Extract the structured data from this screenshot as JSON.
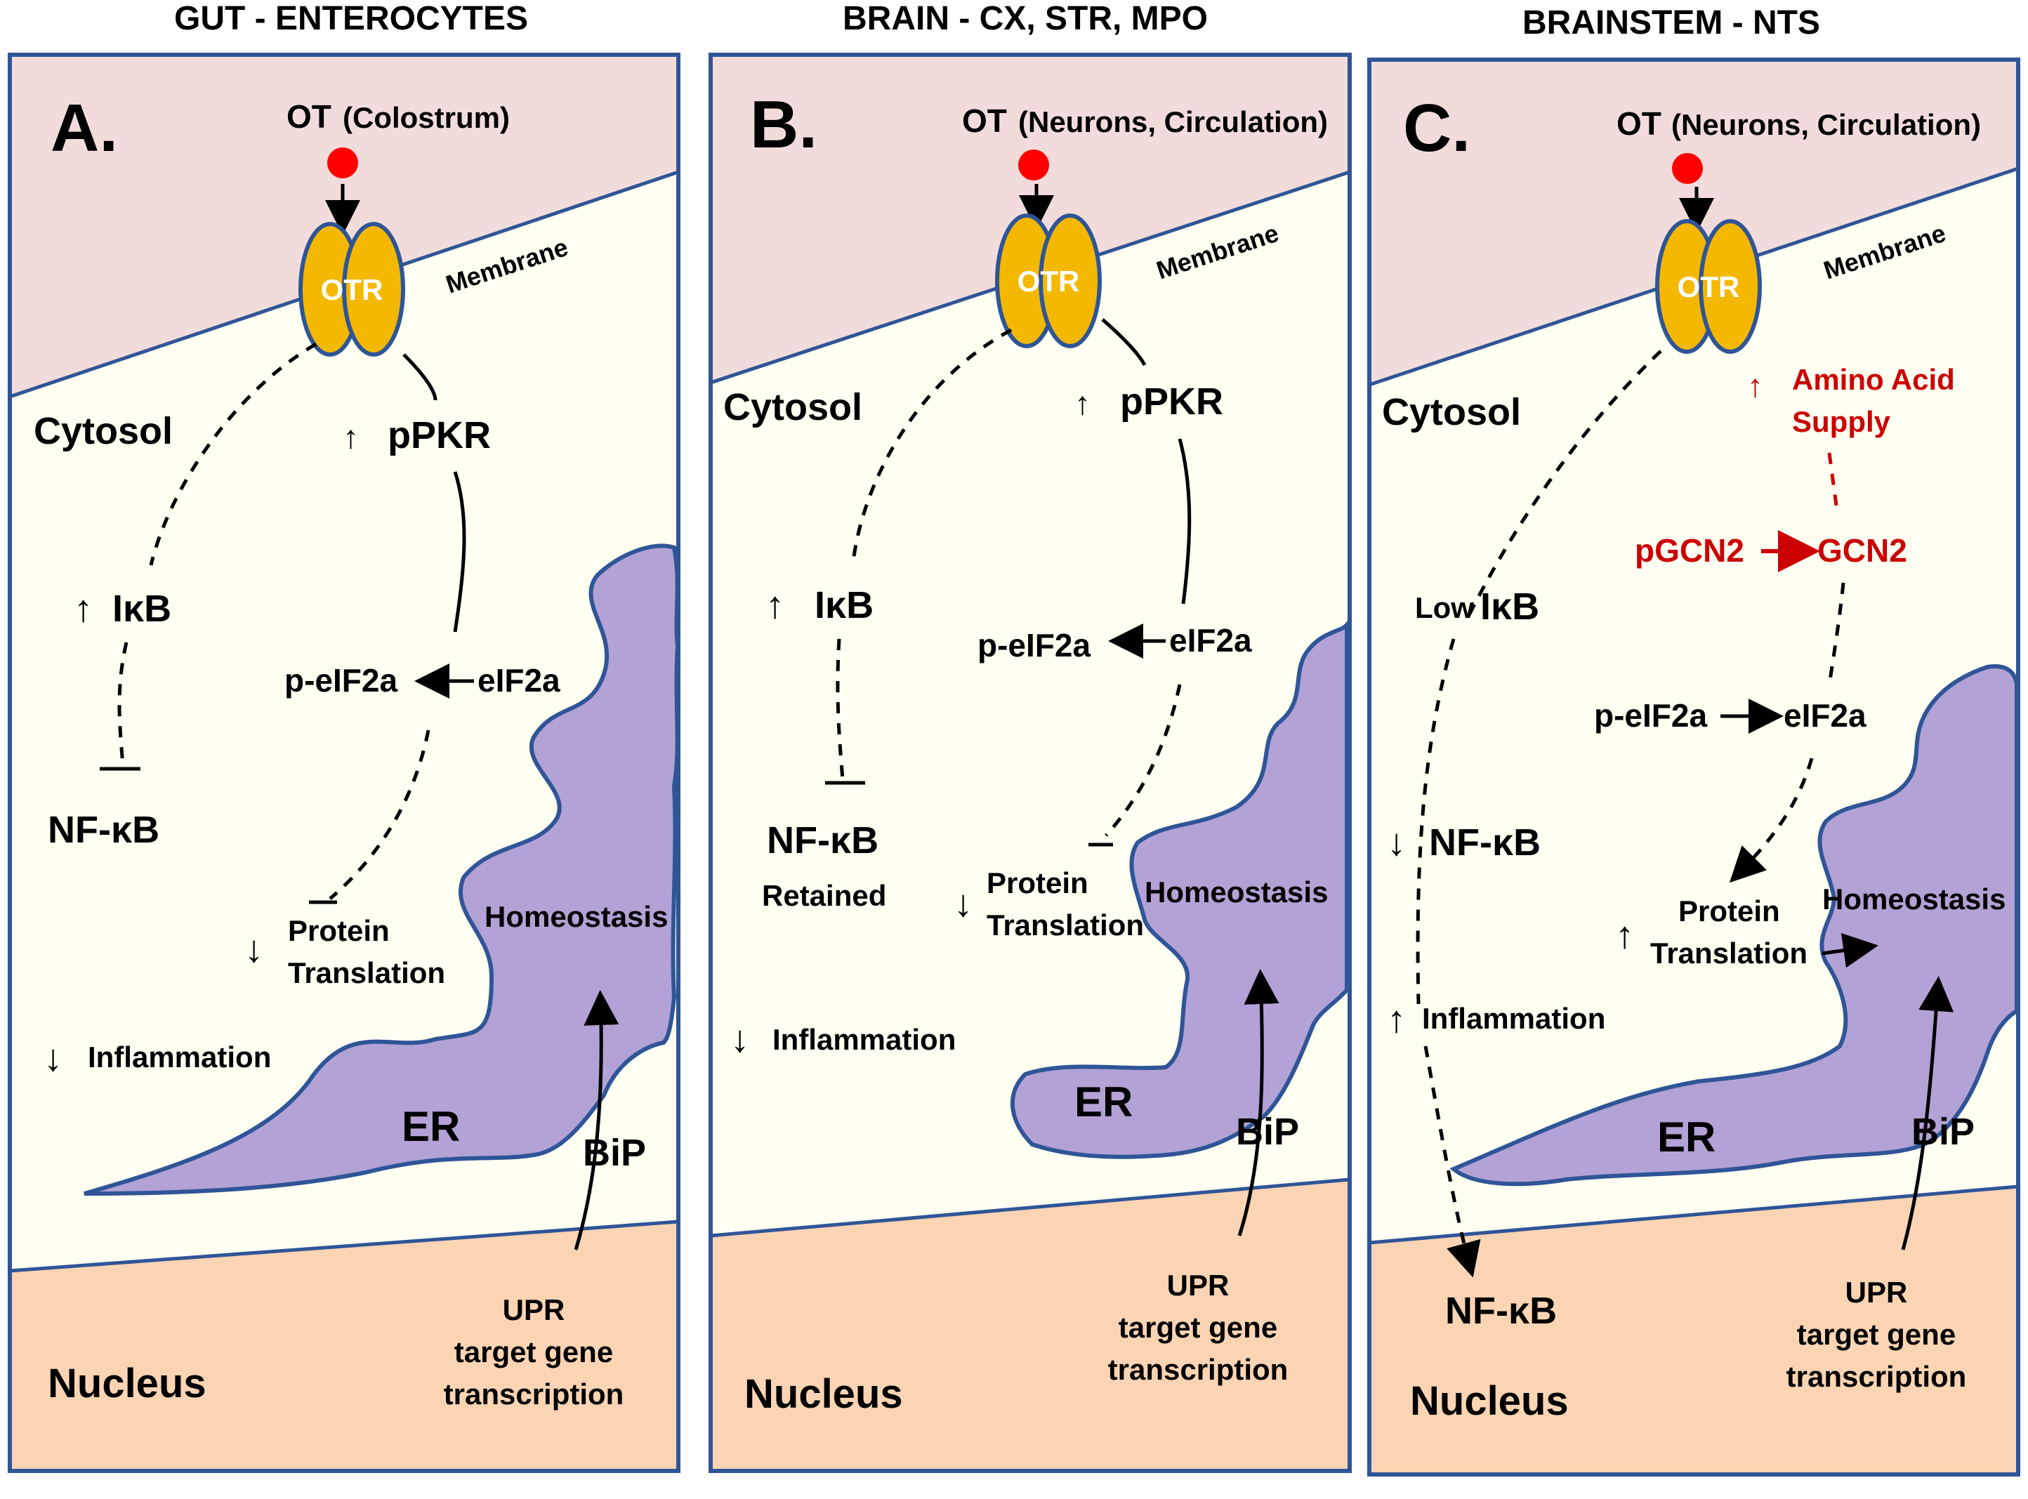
{
  "panels": [
    {
      "header": "GUT - ENTEROCYTES",
      "letter": "A.",
      "ot": "OT",
      "ot_source": "(Colostrum)",
      "otr": "OTR",
      "membrane": "Membrane",
      "cytosol": "Cytosol",
      "ppkr": "pPKR",
      "ikb": "IκB",
      "nfkb": "NF-κB",
      "peif2a": "p-eIF2a",
      "eif2a": "eIF2a",
      "protein": "Protein",
      "translation": "Translation",
      "homeostasis": "Homeostasis",
      "inflammation": "Inflammation",
      "er": "ER",
      "bip": "BiP",
      "nucleus": "Nucleus",
      "upr1": "UPR",
      "upr2": "target gene",
      "upr3": "transcription"
    },
    {
      "header": "BRAIN - CX, STR, MPO",
      "letter": "B.",
      "ot": "OT",
      "ot_source": "(Neurons, Circulation)",
      "otr": "OTR",
      "membrane": "Membrane",
      "cytosol": "Cytosol",
      "ppkr": "pPKR",
      "ikb": "IκB",
      "nfkb": "NF-κB",
      "retained": "Retained",
      "peif2a": "p-eIF2a",
      "eif2a": "eIF2a",
      "protein": "Protein",
      "translation": "Translation",
      "homeostasis": "Homeostasis",
      "inflammation": "Inflammation",
      "er": "ER",
      "bip": "BiP",
      "nucleus": "Nucleus",
      "upr1": "UPR",
      "upr2": "target gene",
      "upr3": "transcription"
    },
    {
      "header": "BRAINSTEM -  NTS",
      "letter": "C.",
      "ot": "OT",
      "ot_source": "(Neurons, Circulation)",
      "otr": "OTR",
      "membrane": "Membrane",
      "cytosol": "Cytosol",
      "aa1": "Amino Acid",
      "aa2": "Supply",
      "pgcn2": "pGCN2",
      "gcn2": "GCN2",
      "low": "Low",
      "ikb": "IκB",
      "nfkb": "NF-κB",
      "nfkb_nuc": "NF-κB",
      "peif2a": "p-eIF2a",
      "eif2a": "eIF2a",
      "protein": "Protein",
      "translation": "Translation",
      "homeostasis": "Homeostasis",
      "inflammation": "Inflammation",
      "er": "ER",
      "bip": "BiP",
      "nucleus": "Nucleus",
      "upr1": "UPR",
      "upr2": "target gene",
      "upr3": "transcription"
    }
  ],
  "colors": {
    "extracellular": "#f2dcdb",
    "cytosol": "#fffff2",
    "nucleus": "#fbd4b4",
    "border": "#2f5597",
    "er_fill": "#b3a2d6",
    "otr_fill": "#f5b800",
    "ot_dot": "#ff0000",
    "red_text": "#cc0000"
  }
}
